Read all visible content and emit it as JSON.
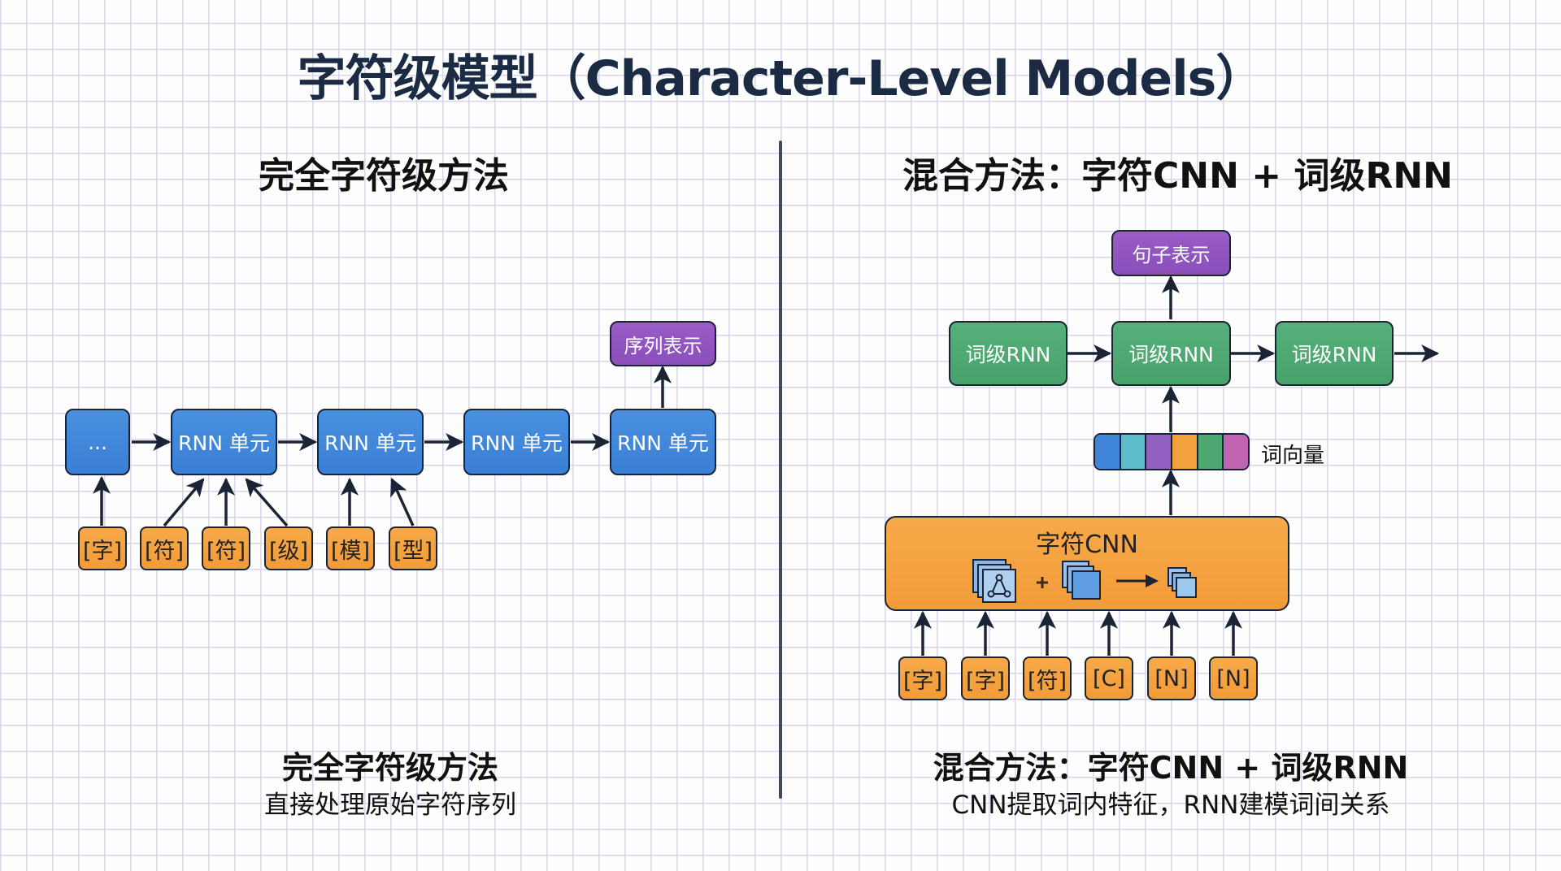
{
  "title": "字符级模型（Character-Level Models）",
  "left": {
    "heading": "完全字符级方法",
    "ellipsis_cell": "...",
    "rnn_cells": [
      "RNN 单元",
      "RNN 单元",
      "RNN 单元",
      "RNN 单元"
    ],
    "output": "序列表示",
    "inputs": [
      "[字]",
      "[符]",
      "[符]",
      "[级]",
      "[模]",
      "[型]"
    ],
    "caption_title": "完全字符级方法",
    "caption_desc": "直接处理原始字符序列"
  },
  "right": {
    "heading": "混合方法：字符CNN + 词级RNN",
    "output": "句子表示",
    "word_rnns": [
      "词级RNN",
      "词级RNN",
      "词级RNN"
    ],
    "word_vector_label": "词向量",
    "word_vector_colors": [
      "#3f86d8",
      "#5cbcc8",
      "#9160c0",
      "#f3a13c",
      "#4ea872",
      "#c063b0"
    ],
    "cnn_label": "字符CNN",
    "cnn_icons": [
      "conv-filter-stack-icon",
      "plus-icon",
      "feature-map-stack-icon",
      "arrow-right-icon",
      "pooled-map-stack-icon"
    ],
    "inputs": [
      "[字]",
      "[字]",
      "[符]",
      "[C]",
      "[N]",
      "[N]"
    ],
    "caption_title": "混合方法：字符CNN + 词级RNN",
    "caption_desc": "CNN提取词内特征，RNN建模词间关系"
  },
  "colors": {
    "title": "#1b2b44",
    "blue": "#3f86d8",
    "green": "#4ea872",
    "purple": "#9256c0",
    "orange": "#f3a13c",
    "arrow": "#1b2436"
  }
}
